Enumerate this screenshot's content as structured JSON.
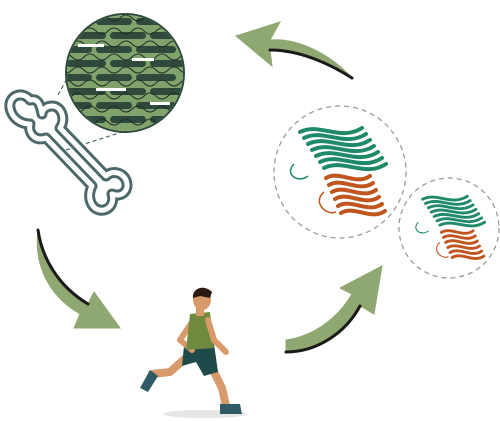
{
  "diagram": {
    "elements": [
      {
        "id": "bone",
        "icon": "bone-icon"
      },
      {
        "id": "bone-microstructure",
        "icon": "collagen-fiber-icon"
      },
      {
        "id": "protein-large",
        "icon": "protein-structure-icon"
      },
      {
        "id": "protein-small",
        "icon": "protein-structure-icon"
      },
      {
        "id": "runner",
        "icon": "running-person-icon"
      }
    ],
    "cycle_arrows": 4,
    "colors": {
      "arrow_fill": "#8fa872",
      "arrow_edge": "#1a1a1a",
      "bone_outline": "#4d6868",
      "fiber_dark": "#2f4a3c",
      "fiber_light": "#7fa36a",
      "protein_green": "#1f8a6a",
      "protein_orange": "#c0561e",
      "runner_shirt": "#6f8a3e",
      "runner_shorts": "#1f4a4a",
      "runner_shoes": "#2f5a66",
      "skin": "#d89a6a",
      "hair": "#2a1a12",
      "dashed_circle": "#9a9a9a"
    }
  }
}
